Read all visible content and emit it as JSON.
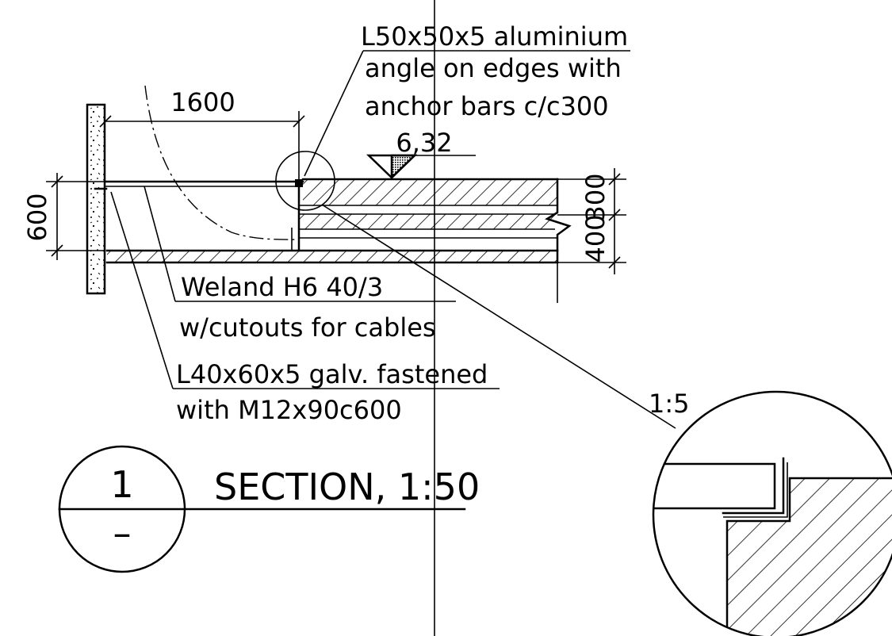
{
  "drawing": {
    "dimensions": {
      "width_1600": "1600",
      "height_600": "600",
      "dim_300": "300",
      "dim_400": "400"
    },
    "level_mark": "6,32",
    "annotations": {
      "angle_line1": "L50x50x5 aluminium",
      "angle_line2": "angle on edges with",
      "angle_line3": "anchor bars c/c300",
      "grating_line1": "Weland H6 40/3",
      "grating_line2": "w/cutouts for cables",
      "bracket_line1": "L40x60x5 galv. fastened",
      "bracket_line2": "with M12x90c600"
    },
    "detail_scale": "1:5",
    "section_marker": {
      "number": "1",
      "sheet": "–"
    },
    "section_title": "SECTION, 1:50",
    "colors": {
      "ink": "#000000",
      "paper": "#ffffff"
    }
  }
}
